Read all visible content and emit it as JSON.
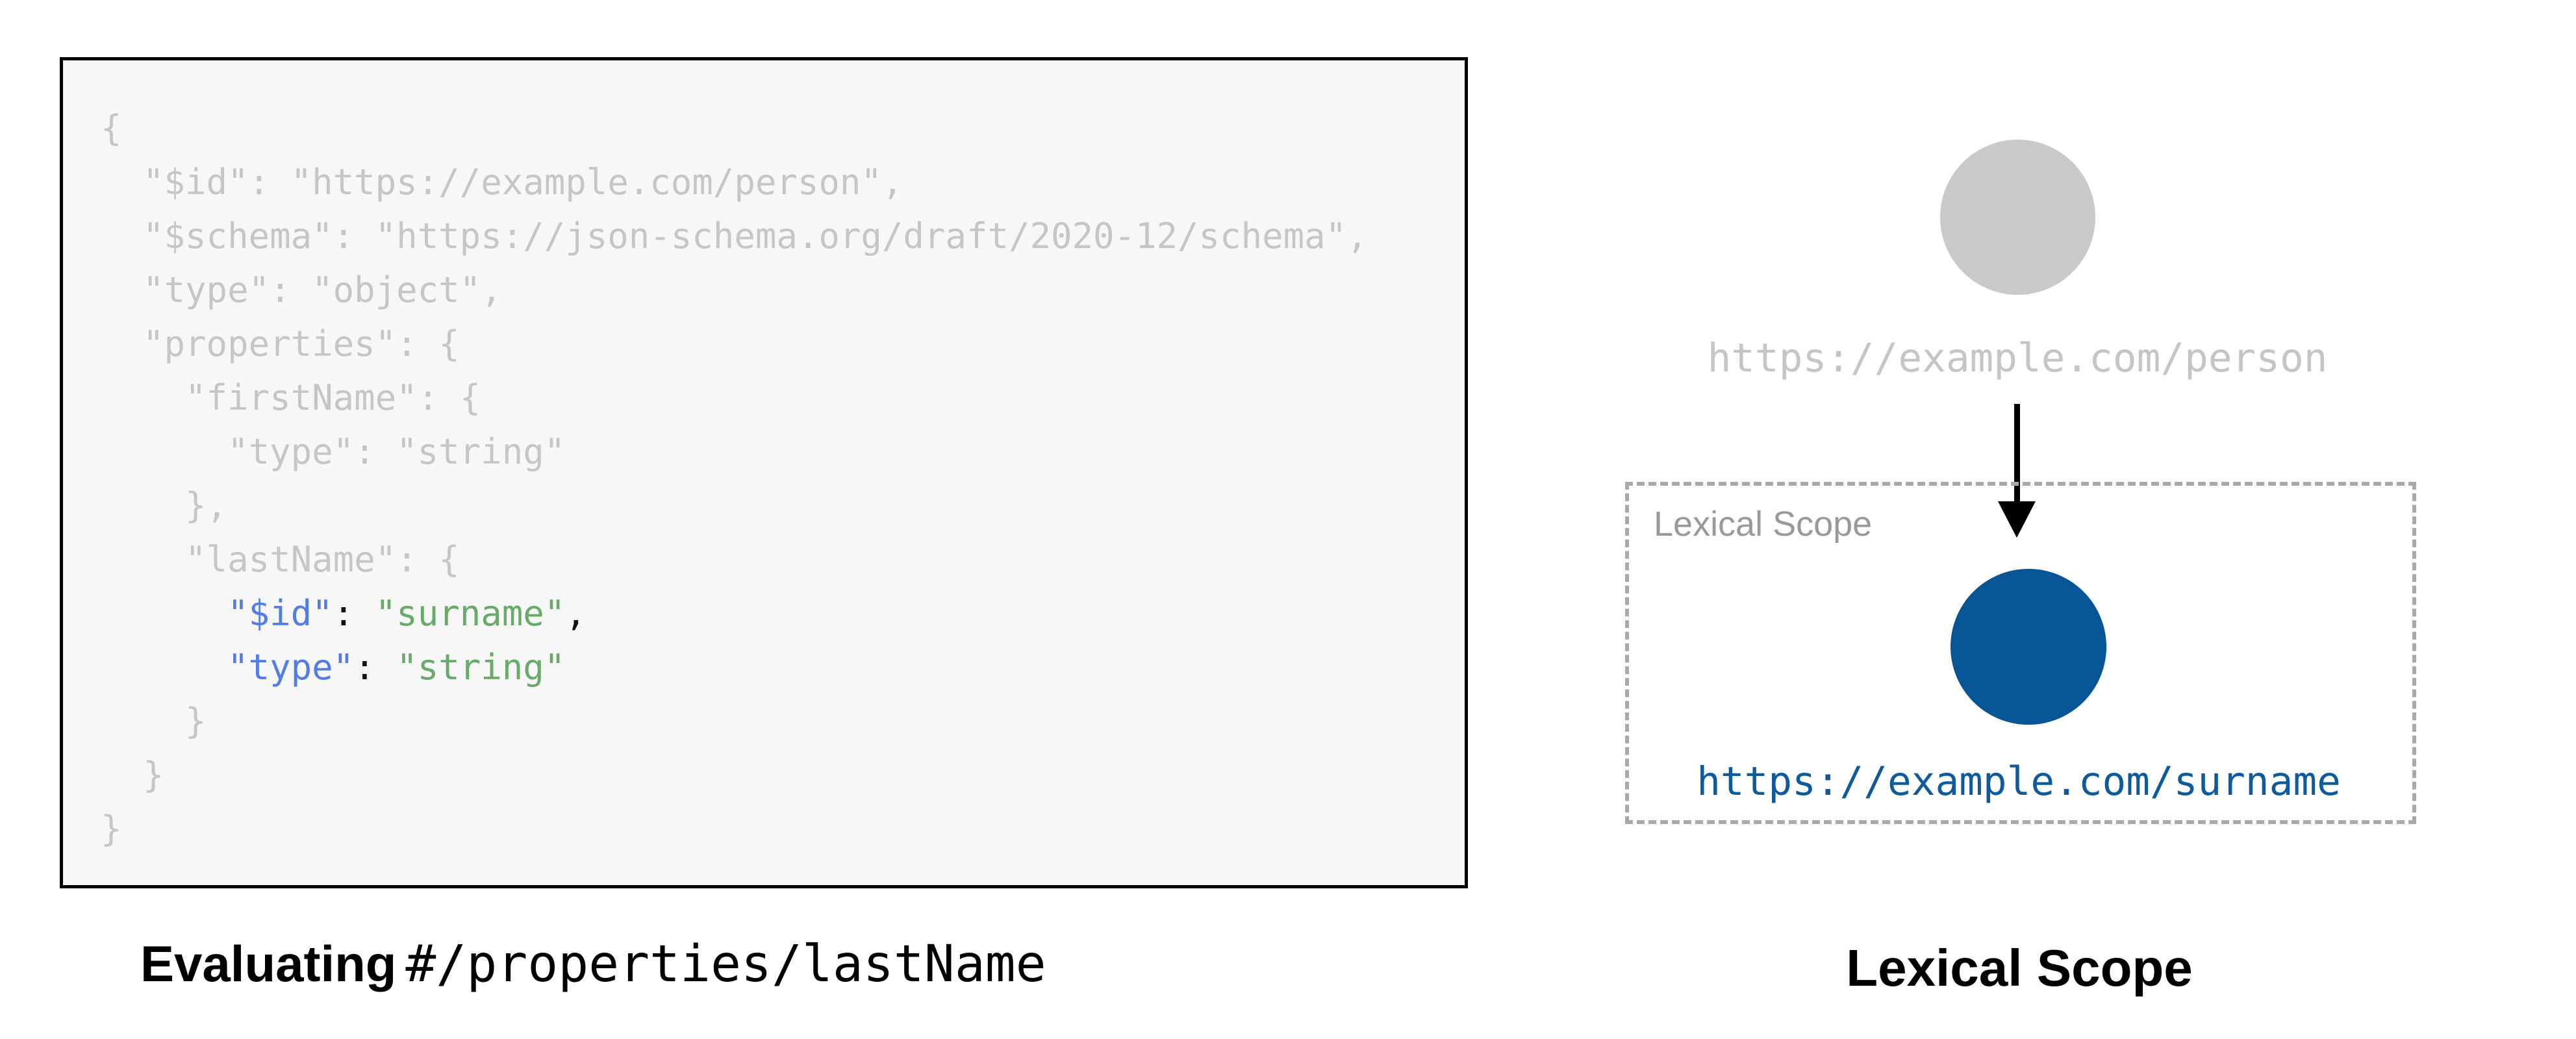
{
  "colors": {
    "background": "#ffffff",
    "code_box_bg": "#f7f7f7",
    "code_box_border": "#000000",
    "code_muted": "#c6c6c6",
    "code_key": "#527ce6",
    "code_string": "#68ab68",
    "code_punct": "#111111",
    "parent_node_fill": "#c9c9c9",
    "parent_label": "#c5c5c5",
    "scope_border": "#a9a9a9",
    "scope_label": "#999999",
    "child_node_fill": "#075497",
    "child_label": "#0e5a9d",
    "arrow": "#000000",
    "caption": "#000000"
  },
  "left_panel": {
    "caption_bold": "Evaluating",
    "caption_pointer": "#/properties/lastName",
    "code_lines": [
      [
        {
          "c": "muted",
          "t": "{"
        }
      ],
      [
        {
          "c": "muted",
          "t": "  \"$id\": \"https://example.com/person\","
        }
      ],
      [
        {
          "c": "muted",
          "t": "  \"$schema\": \"https://json-schema.org/draft/2020-12/schema\","
        }
      ],
      [
        {
          "c": "muted",
          "t": "  \"type\": \"object\","
        }
      ],
      [
        {
          "c": "muted",
          "t": "  \"properties\": {"
        }
      ],
      [
        {
          "c": "muted",
          "t": "    \"firstName\": {"
        }
      ],
      [
        {
          "c": "muted",
          "t": "      \"type\": \"string\""
        }
      ],
      [
        {
          "c": "muted",
          "t": "    },"
        }
      ],
      [
        {
          "c": "muted",
          "t": "    \"lastName\": {"
        }
      ],
      [
        {
          "c": "muted",
          "t": "      "
        },
        {
          "c": "key",
          "t": "\"$id\""
        },
        {
          "c": "punct",
          "t": ": "
        },
        {
          "c": "string",
          "t": "\"surname\""
        },
        {
          "c": "punct",
          "t": ","
        }
      ],
      [
        {
          "c": "muted",
          "t": "      "
        },
        {
          "c": "key",
          "t": "\"type\""
        },
        {
          "c": "punct",
          "t": ": "
        },
        {
          "c": "string",
          "t": "\"string\""
        }
      ],
      [
        {
          "c": "muted",
          "t": "    }"
        }
      ],
      [
        {
          "c": "muted",
          "t": "  }"
        }
      ],
      [
        {
          "c": "muted",
          "t": "}"
        }
      ]
    ]
  },
  "right_panel": {
    "parent_uri": "https://example.com/person",
    "scope_box_label": "Lexical Scope",
    "child_uri": "https://example.com/surname",
    "caption": "Lexical Scope"
  }
}
